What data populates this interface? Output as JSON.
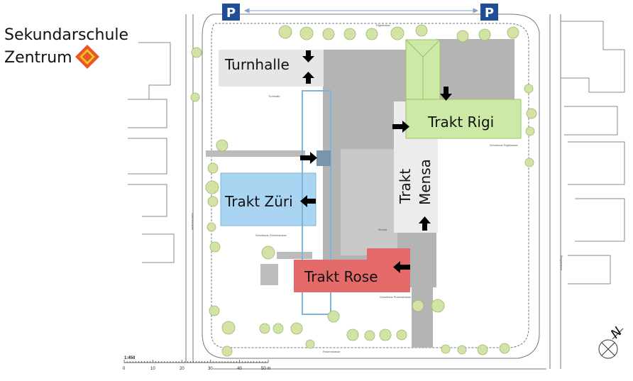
{
  "title": {
    "line1": "Sekundarschule",
    "line2": "Zentrum"
  },
  "parking": {
    "left": "P",
    "right": "P",
    "color": "#1f4e96"
  },
  "buildings": {
    "turnhalle": "Turnhalle",
    "rigi": "Trakt Rigi",
    "zueri": "Trakt Züri",
    "rose": "Trakt Rose",
    "mensa_line1": "Trakt",
    "mensa_line2": "Mensa"
  },
  "colors": {
    "rigi": "#cde9a6",
    "zueri": "#a9d4f2",
    "rose": "#e46a6a",
    "logo_outer": "#e8562a",
    "logo_inner": "#f6c026"
  },
  "small_labels": {
    "top_street": "Rigistrasse",
    "left_street": "Zürichstrasse",
    "right_street": "Bergstrasse",
    "bottom_street": "Rosenstrasse",
    "turnhalle_small": "Turnhalle",
    "rigi_small": "Schulhaus Rigistrasse",
    "zueri_small": "Schulhaus Zürichstrasse",
    "rose_small": "Schulhaus Rosenstrasse",
    "center_small": "Mensa"
  },
  "scale": {
    "ratio": "1:450",
    "ticks": [
      "0",
      "10",
      "20",
      "30",
      "40",
      "50 m"
    ]
  },
  "north": "N"
}
